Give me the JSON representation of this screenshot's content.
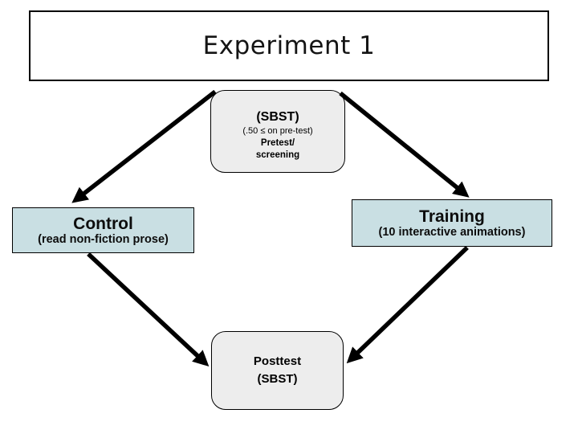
{
  "slide": {
    "title": "Experiment 1"
  },
  "colors": {
    "background": "#ffffff",
    "box_gray_fill": "#ededed",
    "box_blue_fill": "#c9dfe3",
    "border": "#000000",
    "arrow": "#000000",
    "title_text": "#141414"
  },
  "diagram": {
    "pretest_box": {
      "line1": "(SBST)",
      "line2": "(.50 ≤ on pre-test)",
      "line3": "Pretest/",
      "line4": "screening"
    },
    "control_box": {
      "title": "Control",
      "subtitle": "(read non-fiction prose)"
    },
    "training_box": {
      "title": "Training",
      "subtitle": "(10 interactive animations)"
    },
    "posttest_box": {
      "line1": "Posttest",
      "line2": "(SBST)"
    }
  }
}
